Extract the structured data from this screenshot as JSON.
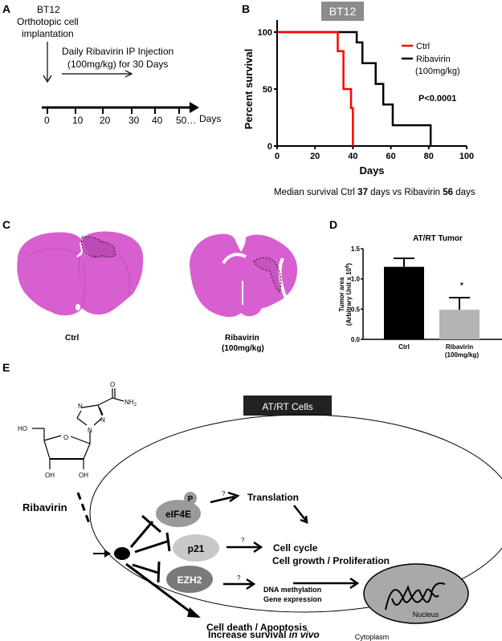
{
  "panel_labels": {
    "a": "A",
    "b": "B",
    "c": "C",
    "d": "D",
    "e": "E"
  },
  "panel_a": {
    "cell_line": "BT12",
    "implant_line1": "Orthotopic cell",
    "implant_line2": "implantation",
    "treatment_line1": "Daily Ribavirin IP Injection",
    "treatment_line2": "(100mg/kg) for 30 Days",
    "timeline_ticks": [
      "0",
      "10",
      "20",
      "30",
      "40",
      "50…"
    ],
    "timeline_unit": "Days"
  },
  "panel_b": {
    "badge": "BT12",
    "p_value": "P<0.0001",
    "caption_prefix": "Median survival Ctrl ",
    "caption_ctrl_median": "37",
    "caption_mid": " days vs Ribavirin ",
    "caption_riba_median": "56",
    "caption_suffix": " days"
  },
  "panel_c": {
    "ctrl_label": "Ctrl",
    "riba_label_line1": "Ribavirin",
    "riba_label_line2": "(100mg/kg)"
  },
  "panel_e": {
    "drug_name": "Ribavirin",
    "chem": {
      "o": "O",
      "nh2": "NH",
      "nh2_sub": "2",
      "n1": "N",
      "n2": "N",
      "n3": "N",
      "ring_o": "O",
      "ho": "HO",
      "oh1": "OH",
      "oh2": "OH"
    },
    "cell_box": "AT/RT Cells",
    "eif4e": "eIF4E",
    "phospho": "P",
    "p21": "p21",
    "ezh2": "EZH2",
    "unknown_mark": "?",
    "translation": "Translation",
    "cell_cycle": "Cell cycle",
    "cell_growth": "Cell growth / Proliferation",
    "dna_methylation": "DNA methylation",
    "gene_expression": "Gene expression",
    "nucleus": "Nucleus",
    "cytoplasm": "Cytoplasm",
    "cell_death": "Cell death / Apoptosis",
    "survival_prefix": "Increase survival ",
    "survival_italic": "in vivo"
  },
  "colors": {
    "ctrl": "#ff0000",
    "ribavirin": "#000000",
    "badge_gray": "#8c8c8c",
    "he_stain": "#d85fd0",
    "bar_riba": "#b4b4b4",
    "eif4e": "#9a9a9a",
    "p21": "#c8c8c8",
    "ezh2": "#7a7a7a",
    "nucleus": "#a9a9a9"
  },
  "chart_data": [
    {
      "type": "line",
      "subtype": "kaplan-meier step",
      "title": "BT12",
      "xlabel": "Days",
      "ylabel": "Percent survival",
      "xlim": [
        0,
        100
      ],
      "ylim": [
        0,
        100
      ],
      "xticks": [
        0,
        20,
        40,
        60,
        80,
        100
      ],
      "yticks": [
        0,
        50,
        100
      ],
      "legend": [
        "Ctrl",
        "Ribavirin (100mg/kg)"
      ],
      "legend_position": "top-right",
      "series": [
        {
          "name": "Ctrl",
          "color": "#ff0000",
          "steps": [
            [
              0,
              100
            ],
            [
              32,
              100
            ],
            [
              32,
              83.3
            ],
            [
              35,
              83.3
            ],
            [
              35,
              50
            ],
            [
              39,
              50
            ],
            [
              39,
              33.3
            ],
            [
              40,
              33.3
            ],
            [
              40,
              0
            ]
          ]
        },
        {
          "name": "Ribavirin",
          "label_line1": "Ribavirin",
          "label_line2": "(100mg/kg)",
          "color": "#000000",
          "steps": [
            [
              0,
              100
            ],
            [
              42,
              100
            ],
            [
              42,
              90.9
            ],
            [
              45,
              90.9
            ],
            [
              45,
              72.7
            ],
            [
              52,
              72.7
            ],
            [
              52,
              54.5
            ],
            [
              56,
              54.5
            ],
            [
              56,
              36.4
            ],
            [
              61,
              36.4
            ],
            [
              61,
              18.2
            ],
            [
              81,
              18.2
            ],
            [
              81,
              0
            ]
          ]
        }
      ],
      "annotation": "P<0.0001"
    },
    {
      "type": "bar",
      "title": "AT/RT Tumor",
      "ylabel_line1": "Tumor area",
      "ylabel_line2": "(Arbitrary Unit x 10",
      "ylabel_sup": "6",
      "ylabel_close": ")",
      "categories": [
        "Ctrl",
        "Ribavirin"
      ],
      "category_sublabels": [
        "",
        "(100mg/kg)"
      ],
      "values": [
        1.2,
        0.49
      ],
      "errors": [
        0.14,
        0.2
      ],
      "colors": [
        "#000000",
        "#b4b4b4"
      ],
      "ylim": [
        0,
        1.5
      ],
      "yticks": [
        "0.0",
        "0.5",
        "1.0",
        "1.5"
      ],
      "significance": [
        "",
        "*"
      ]
    }
  ]
}
